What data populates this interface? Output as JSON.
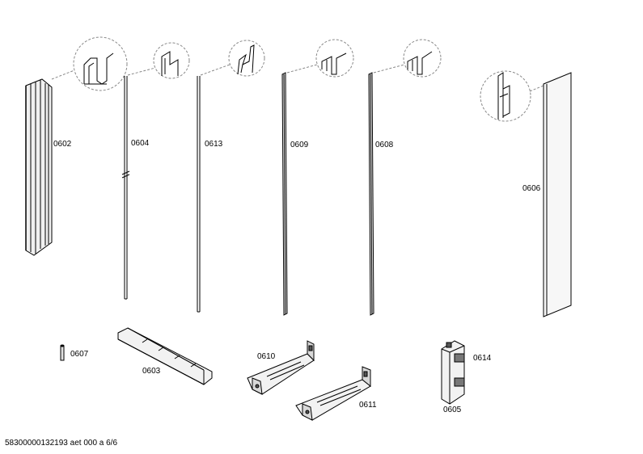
{
  "diagram": {
    "parts": [
      {
        "key": "p0602",
        "number": "0602"
      },
      {
        "key": "p0604",
        "number": "0604"
      },
      {
        "key": "p0613",
        "number": "0613"
      },
      {
        "key": "p0609",
        "number": "0609"
      },
      {
        "key": "p0608",
        "number": "0608"
      },
      {
        "key": "p0606",
        "number": "0606"
      },
      {
        "key": "p0607",
        "number": "0607"
      },
      {
        "key": "p0603",
        "number": "0603"
      },
      {
        "key": "p0610",
        "number": "0610"
      },
      {
        "key": "p0611",
        "number": "0611"
      },
      {
        "key": "p0614",
        "number": "0614"
      },
      {
        "key": "p0605",
        "number": "0605"
      }
    ],
    "footer_text": "58300000132193 aet 000 a 6/6",
    "colors": {
      "line": "#000000",
      "detail_circle": "#888888",
      "fill_light": "#f2f2f2",
      "fill_mid": "#d8d8d8"
    }
  }
}
